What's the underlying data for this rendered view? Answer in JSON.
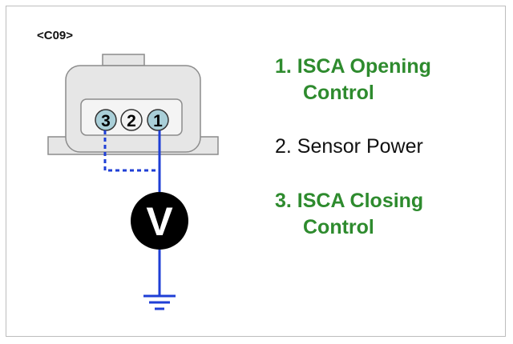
{
  "connector": {
    "id": "<C09>",
    "pins": [
      {
        "number": "3",
        "fill": "#a9cfd8"
      },
      {
        "number": "2",
        "fill": "#f2f2f2"
      },
      {
        "number": "1",
        "fill": "#a9cfd8"
      }
    ]
  },
  "meter": {
    "symbol": "V"
  },
  "legend": [
    {
      "line1": "1. ISCA Opening",
      "line2": "Control",
      "color": "#2e8b2e"
    },
    {
      "line1": "2. Sensor Power",
      "line2": "",
      "color": "#111111"
    },
    {
      "line1": "3. ISCA Closing",
      "line2": "Control",
      "color": "#2e8b2e"
    }
  ],
  "colors": {
    "wire": "#1f3fd6",
    "connector_body": "#e6e6e6",
    "connector_outline": "#8c8c8c",
    "meter_fill": "#000000"
  }
}
